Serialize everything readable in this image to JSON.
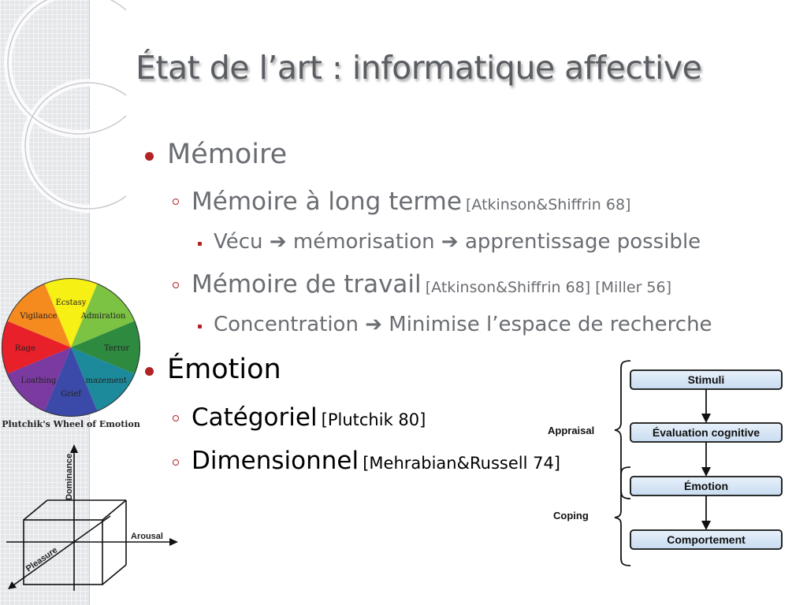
{
  "slide": {
    "title": "État de l’art : informatique affective",
    "bullets": {
      "memoire": "Mémoire",
      "long_terme": "Mémoire à long terme",
      "long_terme_ref": "[Atkinson&Shiffrin 68]",
      "vecu": "Vécu",
      "memorisation": "mémorisation",
      "apprentissage": "apprentissage possible",
      "travail": "Mémoire de travail",
      "travail_ref": "[Atkinson&Shiffrin 68] [Miller 56]",
      "concentration": "Concentration",
      "minimise": "Minimise l’espace de recherche",
      "emotion": "Émotion",
      "categoriel": "Catégoriel",
      "categoriel_ref": "[Plutchik 80]",
      "dimensionnel": "Dimensionnel",
      "dimensionnel_ref": "[Mehrabian&Russell 74]",
      "arrow_glyph": "➔"
    },
    "colors": {
      "bullet": "#b22222",
      "title": "#5a5d62",
      "text_grey": "#6a6d72"
    }
  },
  "plutchik_wheel": {
    "caption": "Plutchik's Wheel of Emotion",
    "segments": [
      {
        "label": "Ecstasy",
        "color": "#f7f014"
      },
      {
        "label": "Admiration",
        "color": "#7cc243"
      },
      {
        "label": "Terror",
        "color": "#2d8a3e"
      },
      {
        "label": "Amazement",
        "color": "#1c8a9a"
      },
      {
        "label": "Grief",
        "color": "#3b4aa8"
      },
      {
        "label": "Loathing",
        "color": "#7a3aa0"
      },
      {
        "label": "Rage",
        "color": "#e8202a"
      },
      {
        "label": "Vigilance",
        "color": "#f58a1f"
      }
    ]
  },
  "pad_cube": {
    "dominance": "Dominance",
    "arousal": "Arousal",
    "pleasure": "Pleasure"
  },
  "flowchart": {
    "boxes": [
      "Stimuli",
      "Évaluation cognitive",
      "Émotion",
      "Comportement"
    ],
    "appraisal": "Appraisal",
    "coping": "Coping"
  }
}
